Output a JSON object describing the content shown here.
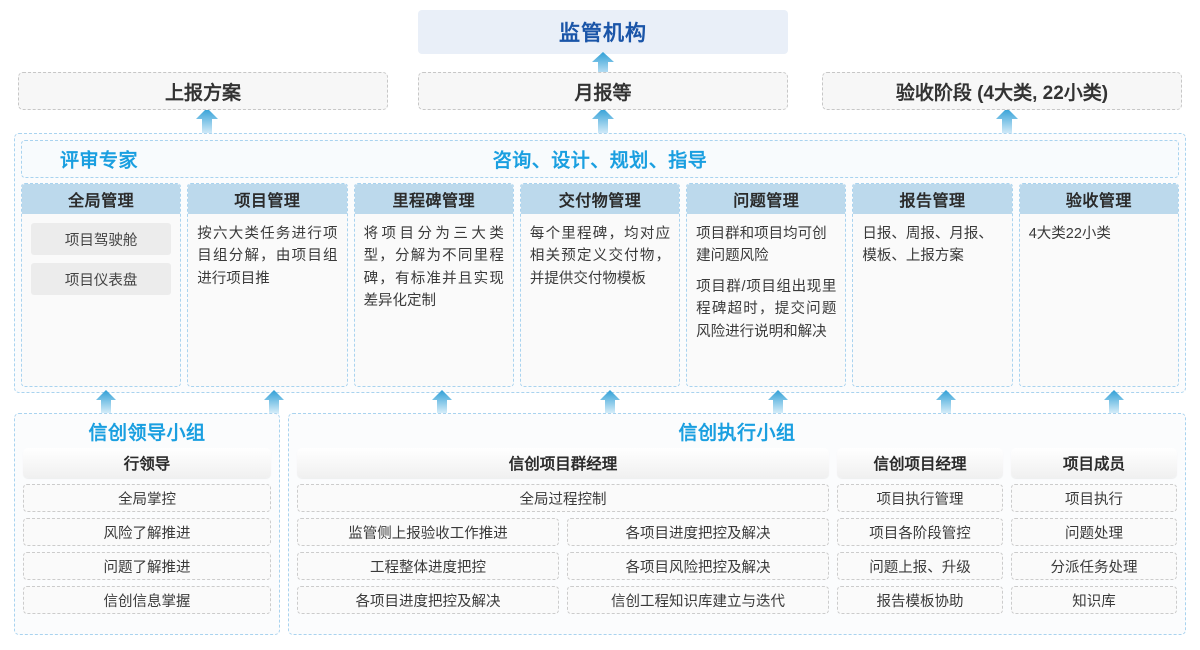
{
  "top": {
    "regulator": "监管机构",
    "reports": [
      "上报方案",
      "月报等",
      "验收阶段 (4大类, 22小类)"
    ]
  },
  "middle": {
    "banner_left": "评审专家",
    "banner_center": "咨询、设计、规划、指导",
    "cards": [
      {
        "title": "全局管理",
        "chips": [
          "项目驾驶舱",
          "项目仪表盘"
        ],
        "paragraphs": []
      },
      {
        "title": "项目管理",
        "chips": [],
        "paragraphs": [
          "按六大类任务进行项目组分解，由项目组进行项目推"
        ]
      },
      {
        "title": "里程碑管理",
        "chips": [],
        "paragraphs": [
          "将项目分为三大类型，分解为不同里程碑，有标准并且实现差异化定制"
        ]
      },
      {
        "title": "交付物管理",
        "chips": [],
        "paragraphs": [
          "每个里程碑，均对应相关预定义交付物，并提供交付物模板"
        ]
      },
      {
        "title": "问题管理",
        "chips": [],
        "paragraphs": [
          "项目群和项目均可创建问题风险",
          "项目群/项目组出现里程碑超时，提交问题风险进行说明和解决"
        ]
      },
      {
        "title": "报告管理",
        "chips": [],
        "paragraphs": [
          "日报、周报、月报、模板、上报方案"
        ]
      },
      {
        "title": "验收管理",
        "chips": [],
        "paragraphs": [
          "4大类22小类"
        ]
      }
    ]
  },
  "bottom": {
    "lead_group": {
      "title": "信创领导小组",
      "role": "行领导",
      "tasks": [
        "全局掌控",
        "风险了解推进",
        "问题了解推进",
        "信创信息掌握"
      ]
    },
    "exec_group": {
      "title": "信创执行小组",
      "program_manager": {
        "role": "信创项目群经理",
        "wide_task": "全局过程控制",
        "left_tasks": [
          "监管侧上报验收工作推进",
          "工程整体进度把控",
          "各项目进度把控及解决"
        ],
        "right_tasks": [
          "各项目进度把控及解决",
          "各项目风险把控及解决",
          "信创工程知识库建立与迭代"
        ]
      },
      "project_manager": {
        "role": "信创项目经理",
        "tasks": [
          "项目执行管理",
          "项目各阶段管控",
          "问题上报、升级",
          "报告模板协助"
        ]
      },
      "project_member": {
        "role": "项目成员",
        "tasks": [
          "项目执行",
          "问题处理",
          "分派任务处理",
          "知识库"
        ]
      }
    }
  },
  "arrows": {
    "icon": "arrow-up-icon",
    "color_top": "#2f9fd6",
    "color_bottom": "#cfe8f7",
    "upper_row_x": [
      196,
      592,
      996
    ],
    "lower_row_x": [
      96,
      264,
      432,
      600,
      768,
      936,
      1104
    ]
  }
}
